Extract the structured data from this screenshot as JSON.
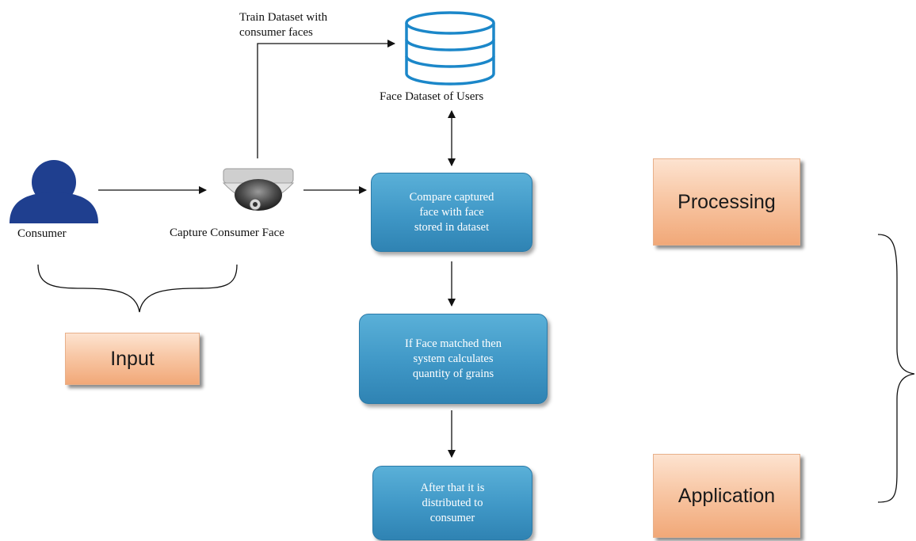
{
  "nodes": {
    "consumer": {
      "label": "Consumer",
      "icon": "person-icon"
    },
    "camera": {
      "label": "Capture Consumer Face",
      "icon": "security-camera-icon"
    },
    "dataset": {
      "label": "Face Dataset of Users",
      "icon": "database-icon"
    },
    "compare": {
      "label": "Compare captured\nface with face\nstored in dataset"
    },
    "match": {
      "label": "If Face matched then\nsystem calculates\nquantity of grains"
    },
    "distribute": {
      "label": "After that it is\ndistributed to\nconsumer"
    }
  },
  "edges": {
    "train": {
      "label": "Train Dataset with\nconsumer faces"
    }
  },
  "stages": {
    "input": "Input",
    "processing": "Processing",
    "application": "Application"
  },
  "colors": {
    "process_box": "#3f97c6",
    "stage_box": "#f8c7a5",
    "person": "#1f3f8f",
    "database": "#1b87c9"
  }
}
